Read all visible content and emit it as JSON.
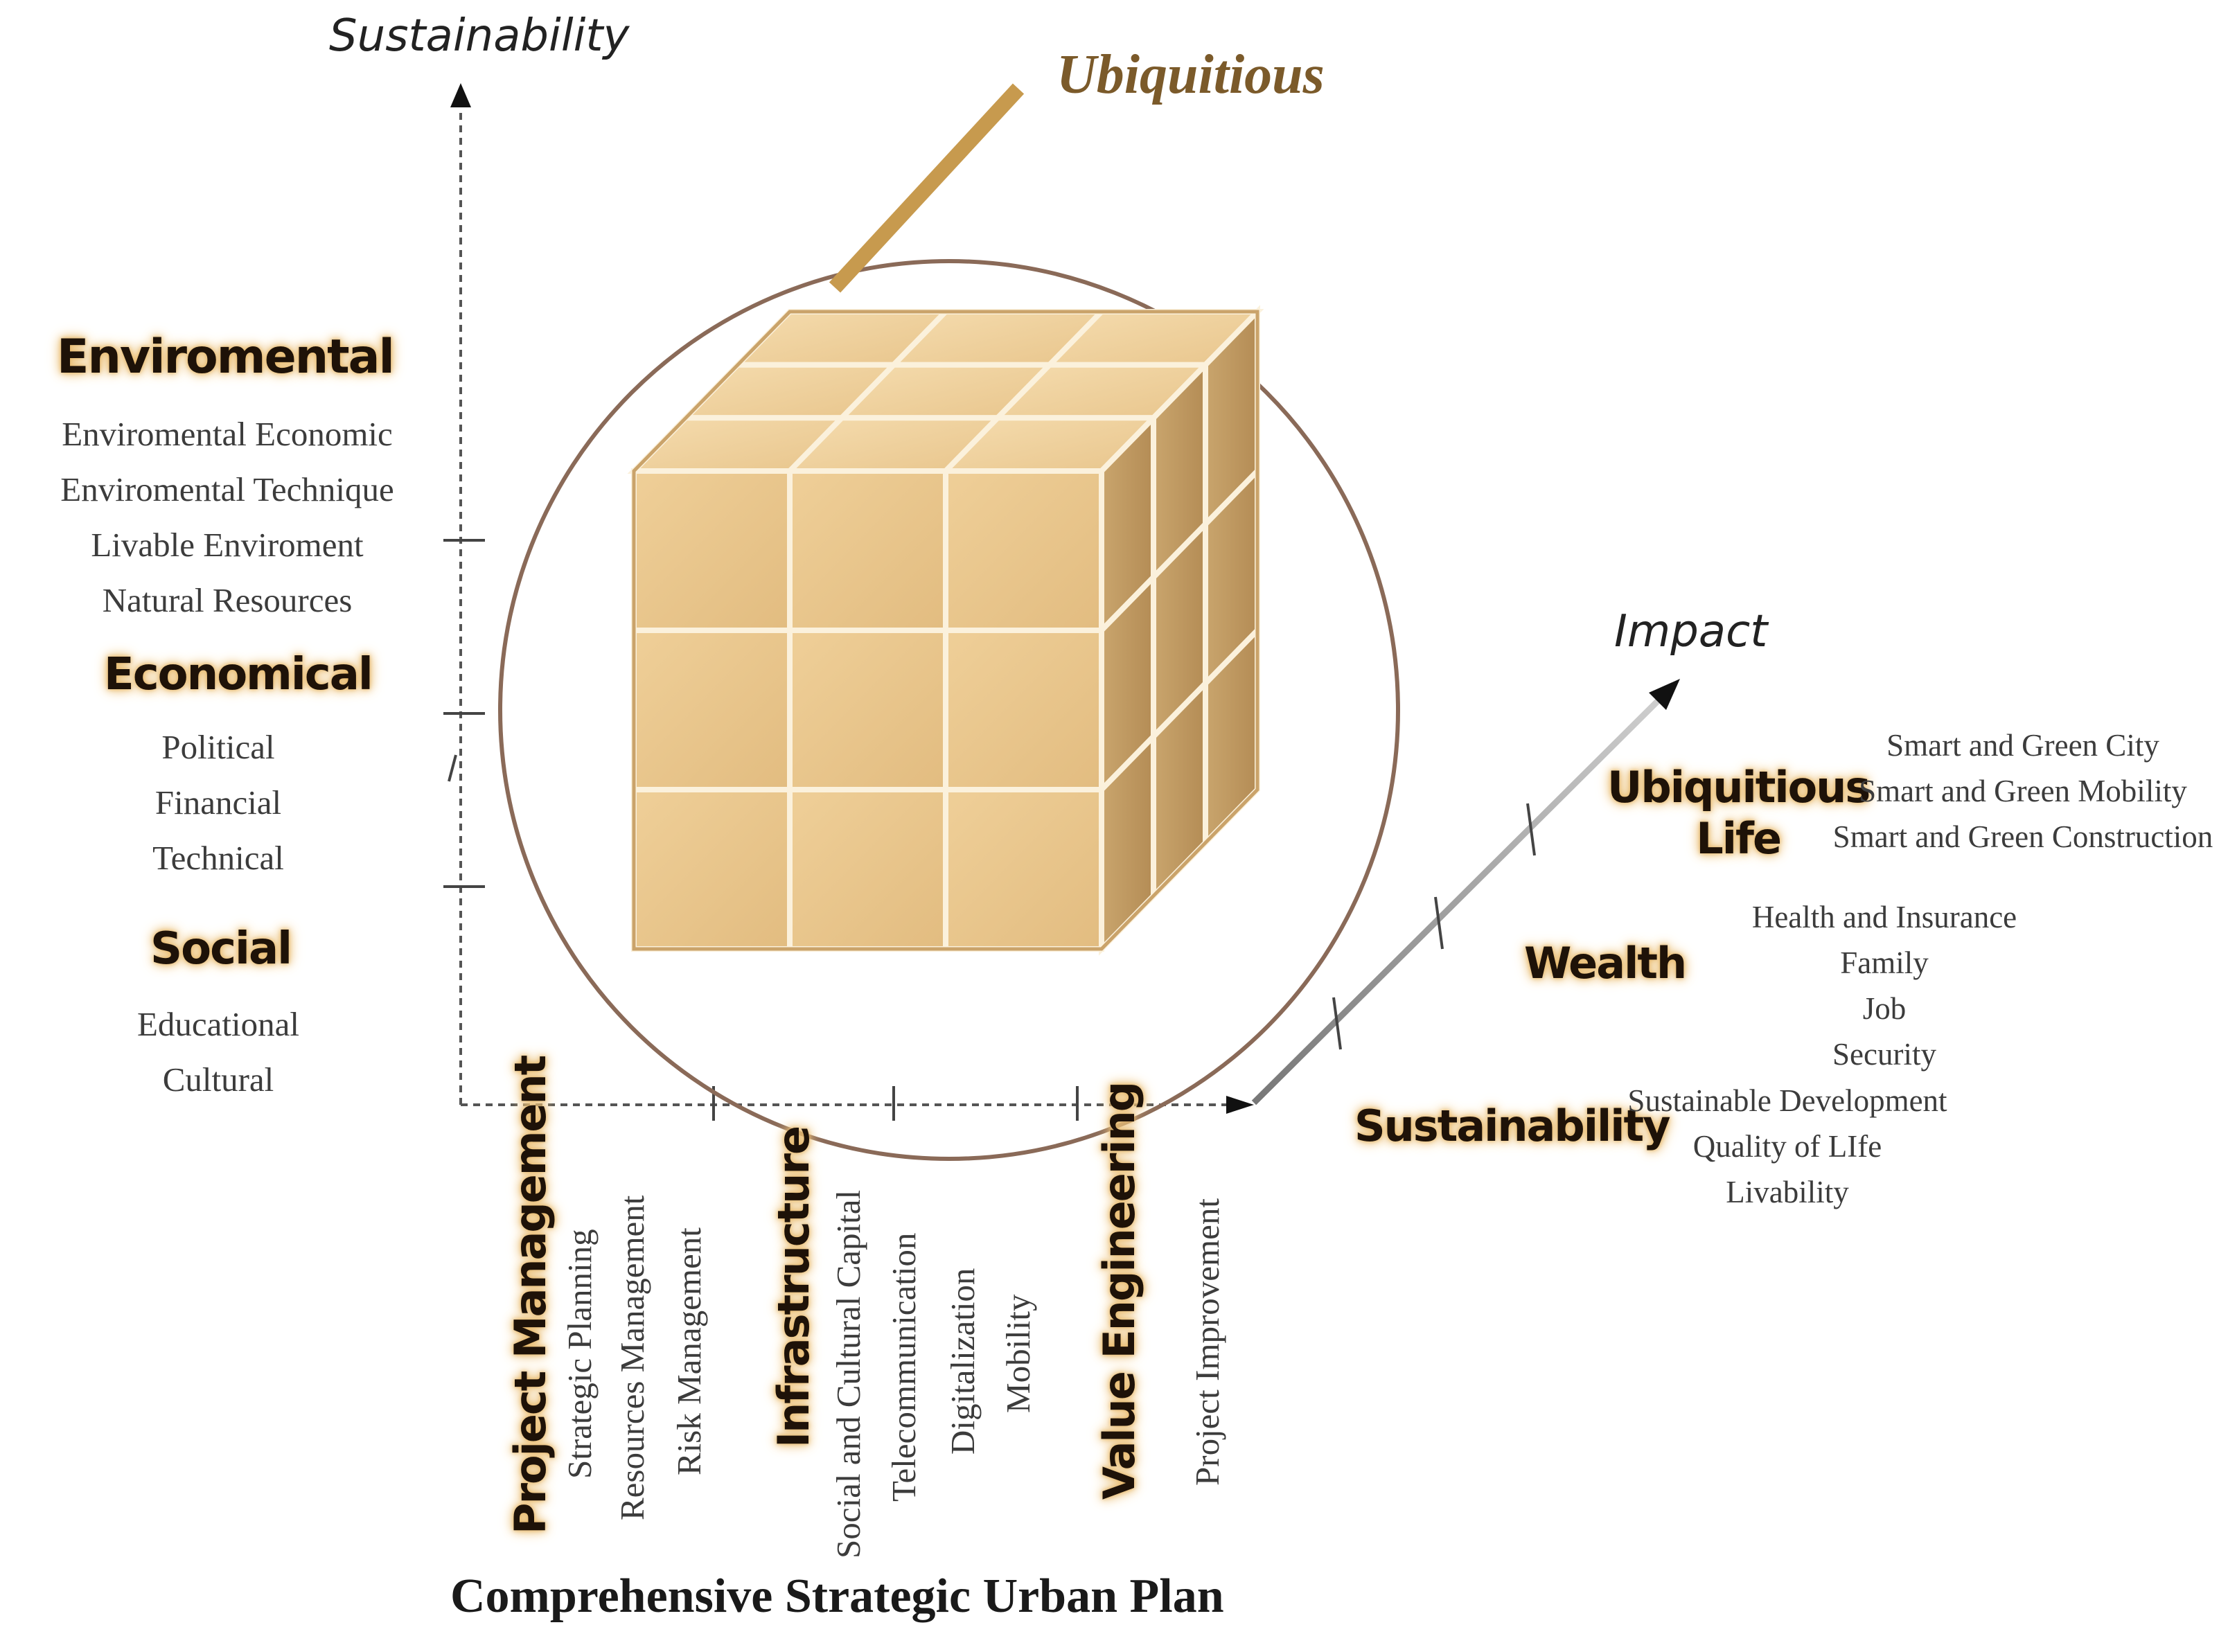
{
  "accent_color": "#c79a4e",
  "title_color": "#7b5a2a",
  "vertical_axis": {
    "title": "Sustainability",
    "groups": [
      {
        "label": "Enviromental",
        "items": [
          "Enviromental Economic",
          "Enviromental Technique",
          "Livable Enviroment",
          "Natural Resources"
        ]
      },
      {
        "label": "Economical",
        "items": [
          "Political",
          "Financial",
          "Technical"
        ]
      },
      {
        "label": "Social",
        "items": [
          "Educational",
          "Cultural"
        ]
      }
    ]
  },
  "horizontal_axis": {
    "caption": "Comprehensive Strategic Urban Plan",
    "groups": [
      {
        "label": "Project Management",
        "items": [
          "Strategic Planning",
          "Resources Management",
          "Risk Management"
        ]
      },
      {
        "label": "Infrastructure",
        "items": [
          "Social and Cultural Capital",
          "Telecommunication",
          "Digitalization",
          "Mobility"
        ]
      },
      {
        "label": "Value Engineering",
        "items": [
          "Project Improvement"
        ]
      }
    ]
  },
  "diagonal_axis": {
    "title": "Impact",
    "groups": [
      {
        "label_lines": [
          "Ubiquitious",
          "Life"
        ],
        "items": [
          "Smart and Green City",
          "Smart and Green Mobility",
          "Smart and Green Construction"
        ]
      },
      {
        "label_lines": [
          "Wealth"
        ],
        "items": [
          "Health and Insurance",
          "Family",
          "Job",
          "Security"
        ]
      },
      {
        "label_lines": [
          "Sustainability"
        ],
        "items": [
          "Sustainable Development",
          "Quality of LIfe",
          "Livability"
        ]
      }
    ]
  },
  "cube_callout": "Ubiquitious",
  "cube_icon": "cube-3x3-icon"
}
